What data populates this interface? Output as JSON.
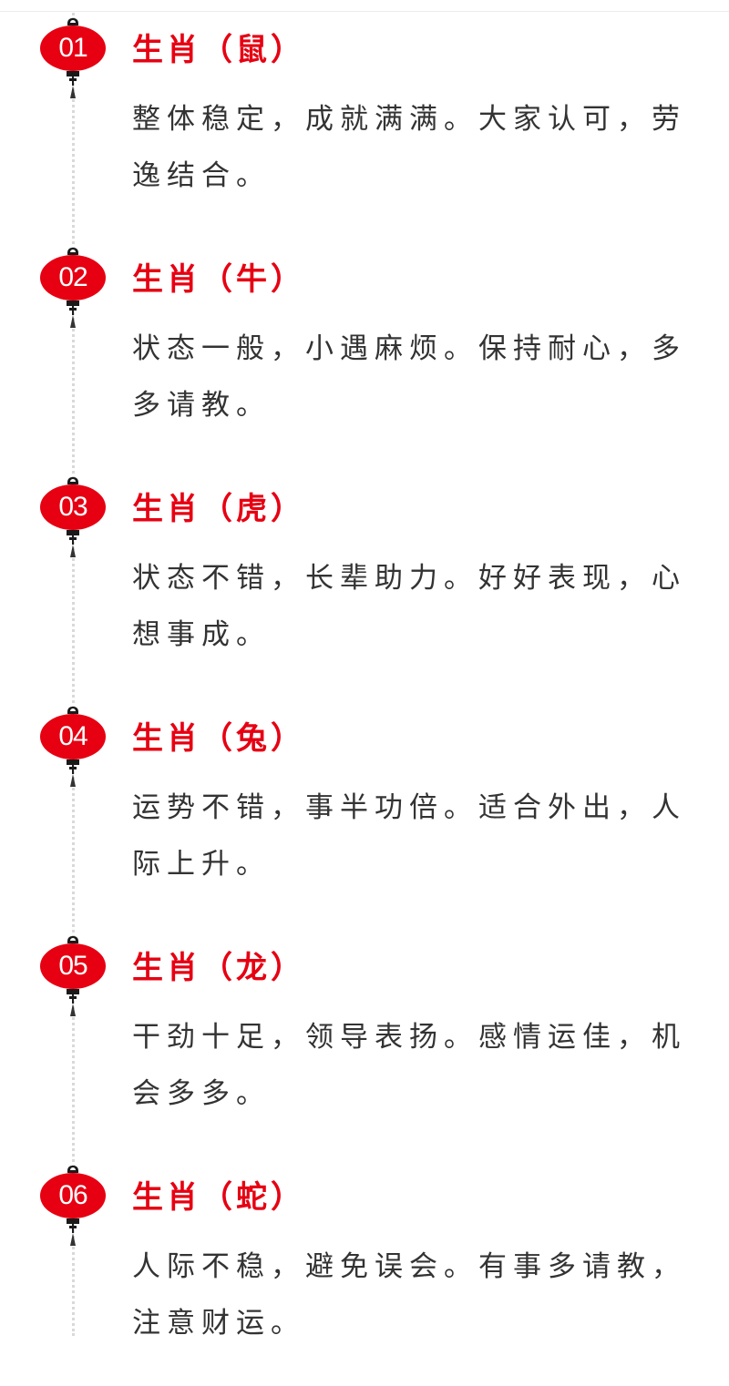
{
  "theme": {
    "accent_color": "#e60012",
    "text_color": "#333333",
    "lantern_icon": "lantern-icon"
  },
  "entries": [
    {
      "number": "01",
      "title": "生肖（鼠）",
      "description": "整体稳定，成就满满。大家认可，劳逸结合。"
    },
    {
      "number": "02",
      "title": "生肖（牛）",
      "description": "状态一般，小遇麻烦。保持耐心，多多请教。"
    },
    {
      "number": "03",
      "title": "生肖（虎）",
      "description": "状态不错，长辈助力。好好表现，心想事成。"
    },
    {
      "number": "04",
      "title": "生肖（兔）",
      "description": "运势不错，事半功倍。适合外出，人际上升。"
    },
    {
      "number": "05",
      "title": "生肖（龙）",
      "description": "干劲十足，领导表扬。感情运佳，机会多多。"
    },
    {
      "number": "06",
      "title": "生肖（蛇）",
      "description": "人际不稳，避免误会。有事多请教，注意财运。"
    }
  ]
}
